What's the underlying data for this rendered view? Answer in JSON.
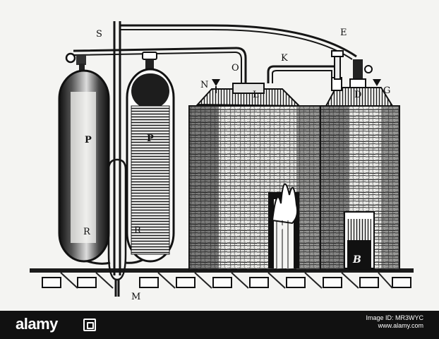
{
  "diagram": {
    "labels": {
      "S": "S",
      "E": "E",
      "O": "O",
      "K": "K",
      "N": "N",
      "L": "L",
      "D": "D",
      "G": "G",
      "P_left": "P",
      "P_right": "P",
      "R_left": "R",
      "R_right": "R",
      "M": "M",
      "b": "b",
      "B": "B"
    }
  },
  "footer": {
    "brand": "alamy",
    "image_id_label": "Image ID: MR3WYC",
    "site": "www.alamy.com"
  }
}
